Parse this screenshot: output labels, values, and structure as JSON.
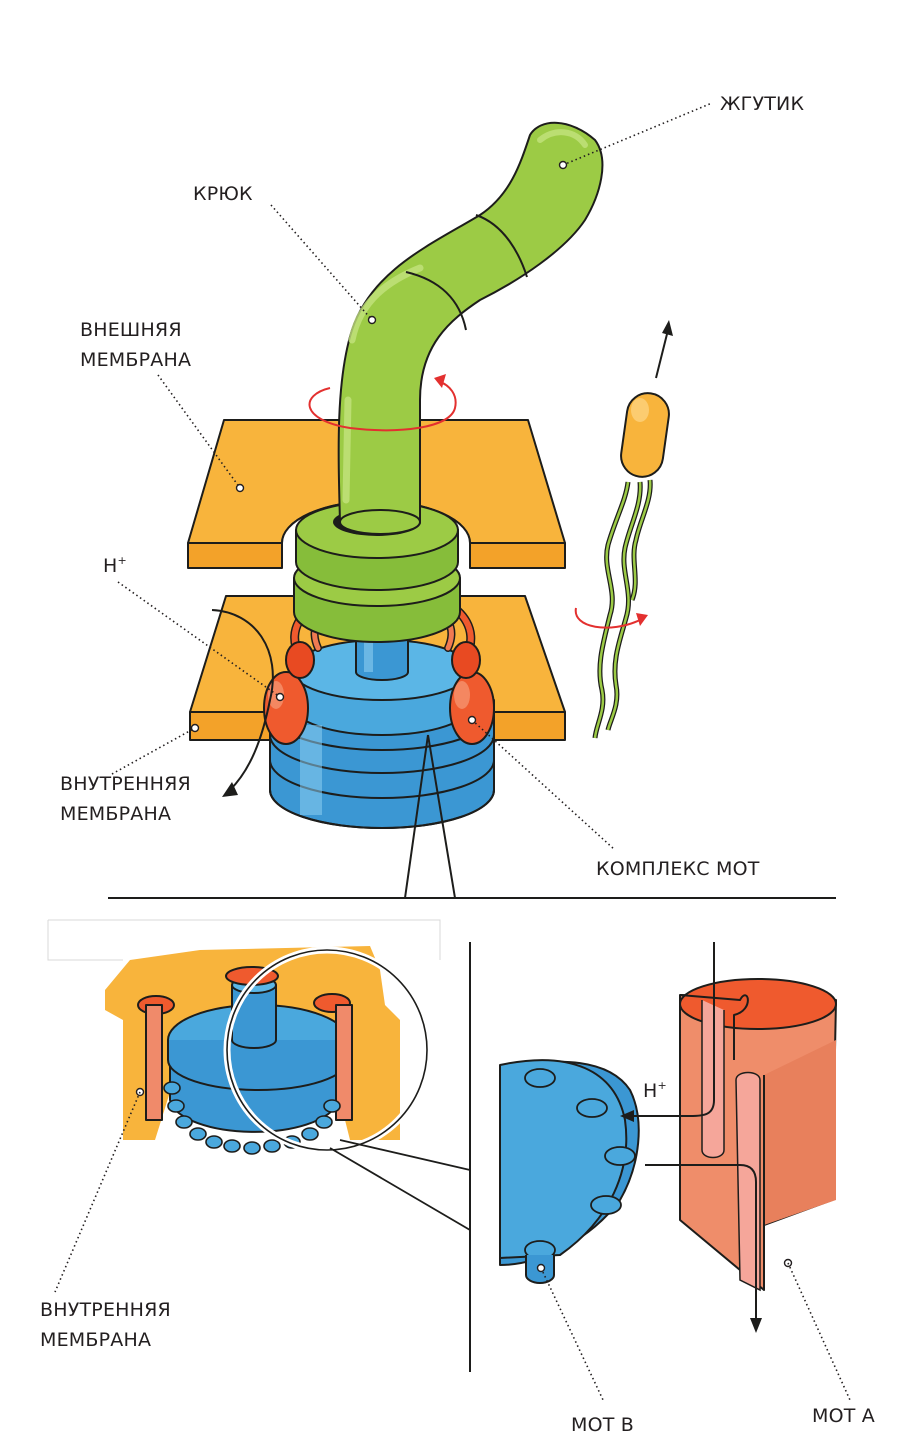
{
  "labels": {
    "flagellum": "ЖГУТИК",
    "hook": "КРЮК",
    "outer_membrane_line1": "ВНЕШНЯЯ",
    "outer_membrane_line2": "МЕМБРАНА",
    "proton": "H",
    "proton_sup": "+",
    "inner_membrane_line1": "ВНУТРЕННЯЯ",
    "inner_membrane_line2": "МЕМБРАНА",
    "mot_complex": "КОМПЛЕКС МОТ",
    "inner_membrane2_line1": "ВНУТРЕННЯЯ",
    "inner_membrane2_line2": "МЕМБРАНА",
    "proton2": "H",
    "proton2_sup": "+",
    "mot_b": "МОТ В",
    "mot_a": "МОТ А"
  },
  "colors": {
    "flagellum_green": "#9ccb45",
    "membrane_orange": "#f8b43c",
    "rotor_blue": "#4aa8dd",
    "stator_red": "#ef5a2e",
    "mot_a_salmon": "#ef8d6a",
    "rotation_arrow_red": "#e3302f"
  }
}
